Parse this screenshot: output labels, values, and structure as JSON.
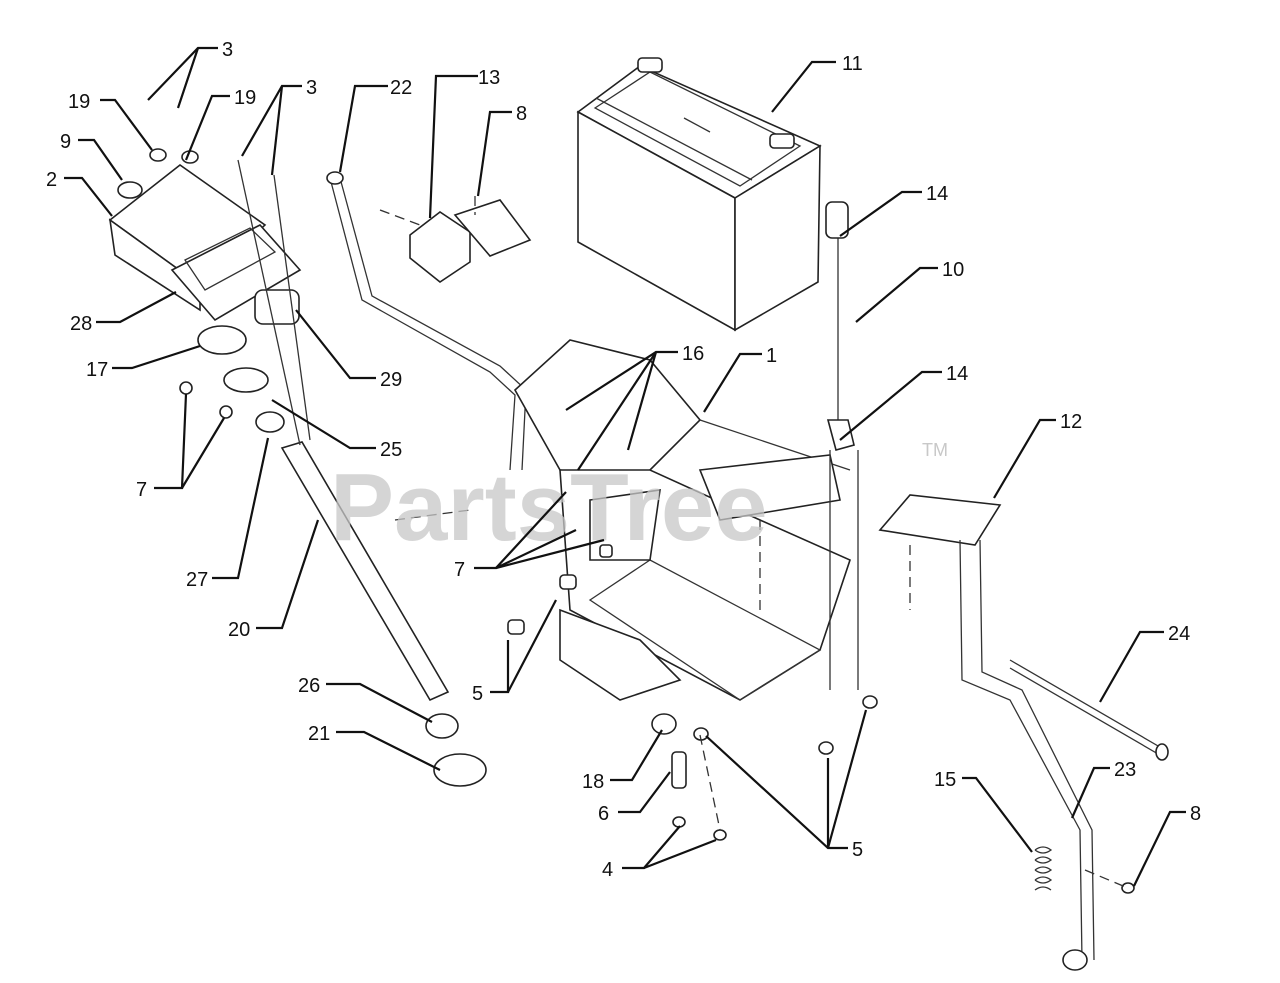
{
  "diagram": {
    "watermark": "PartsTree",
    "trademark": "TM",
    "callouts": [
      "1",
      "2",
      "3",
      "3",
      "4",
      "5",
      "5",
      "5",
      "6",
      "7",
      "7",
      "8",
      "8",
      "9",
      "10",
      "11",
      "12",
      "13",
      "14",
      "14",
      "15",
      "16",
      "17",
      "18",
      "19",
      "19",
      "20",
      "21",
      "22",
      "23",
      "24",
      "25",
      "26",
      "27",
      "28",
      "29"
    ]
  },
  "parts": [
    {
      "id": "battery",
      "icon": "battery-icon"
    },
    {
      "id": "steering-shaft",
      "icon": "shaft-icon"
    },
    {
      "id": "dash-panel",
      "icon": "panel-icon"
    },
    {
      "id": "frame-bracket",
      "icon": "bracket-icon"
    },
    {
      "id": "brake-pedal",
      "icon": "pedal-icon"
    },
    {
      "id": "spring",
      "icon": "spring-icon"
    }
  ]
}
